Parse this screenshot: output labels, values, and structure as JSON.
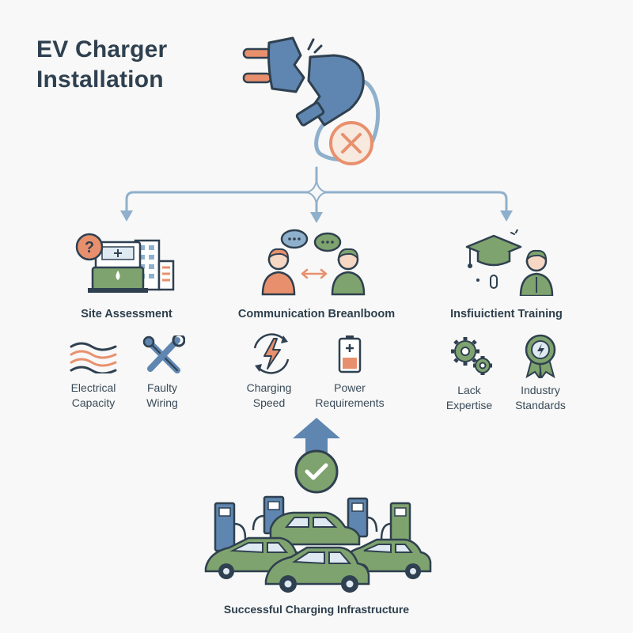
{
  "title": {
    "line1": "EV Charger",
    "line2": "Installation"
  },
  "categories": [
    {
      "title": "Site Assessment",
      "items": [
        {
          "line1": "Electrical",
          "line2": "Capacity"
        },
        {
          "line1": "Faulty",
          "line2": "Wiring"
        }
      ]
    },
    {
      "title": "Communication Breanlboom",
      "items": [
        {
          "line1": "Charging",
          "line2": "Speed"
        },
        {
          "line1": "Power",
          "line2": "Requirements"
        }
      ]
    },
    {
      "title": "Insfiuictient Training",
      "items": [
        {
          "line1": "Lack",
          "line2": "Expertise"
        },
        {
          "line1": "Industry",
          "line2": "Standards"
        }
      ]
    }
  ],
  "result_label": "Successful Charging Infrastructure",
  "colors": {
    "blue": "#5f86b0",
    "light_blue": "#8fb0cc",
    "orange": "#e8906d",
    "green": "#7fa36e",
    "dark": "#2f4050"
  },
  "icons": {
    "main": "broken-plug-icon",
    "error": "error-x-icon",
    "site_assessment": "building-question-icon",
    "communication": "people-chat-icon",
    "training": "graduation-person-icon",
    "electrical_capacity": "wires-icon",
    "faulty_wiring": "tools-icon",
    "charging_speed": "lightning-cycle-icon",
    "power_requirements": "battery-icon",
    "lack_expertise": "gears-icon",
    "industry_standards": "award-badge-icon",
    "success": "checkmark-icon",
    "result": "charging-stations-cars-icon"
  }
}
